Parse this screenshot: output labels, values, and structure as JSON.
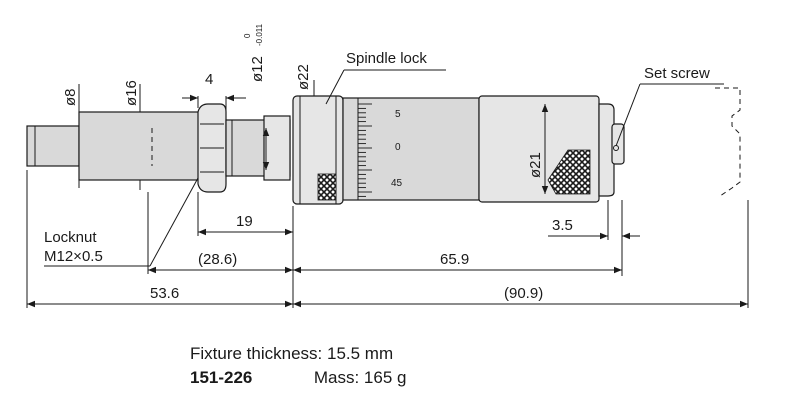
{
  "diameters": {
    "d8": "ø8",
    "d16": "ø16",
    "d12_base": "ø12",
    "d12_tol_upper": "0",
    "d12_tol_lower": "-0.011",
    "d22": "ø22",
    "d21": "ø21"
  },
  "dimensions": {
    "width4": "4",
    "len19": "19",
    "len28_6": "(28.6)",
    "len65_9": "65.9",
    "len53_6": "53.6",
    "len90_9": "(90.9)",
    "len3_5": "3.5"
  },
  "callouts": {
    "spindle_lock": "Spindle lock",
    "set_screw": "Set screw",
    "locknut_line1": "Locknut",
    "locknut_line2": "M12×0.5"
  },
  "thimble_scale": [
    "5",
    "0",
    "45"
  ],
  "info": {
    "fixture_label": "Fixture thickness: 15.5 mm",
    "model": "151-226",
    "mass_label": "Mass: 165 g"
  }
}
